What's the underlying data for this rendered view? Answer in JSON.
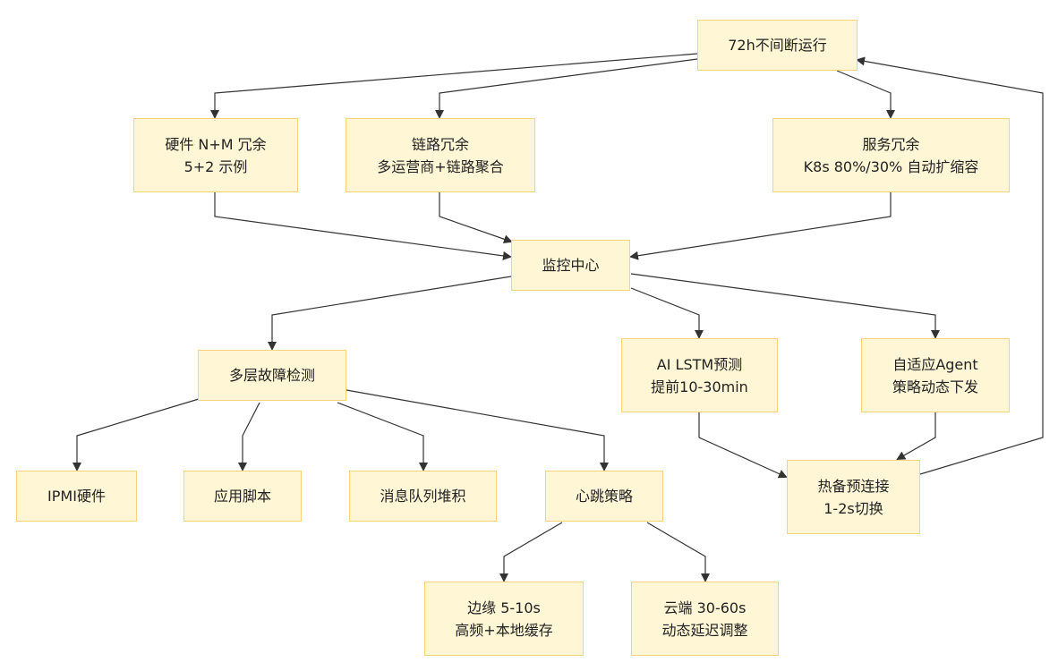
{
  "nodes": {
    "uptime": {
      "line1": "72h不间断运行"
    },
    "hw": {
      "line1": "硬件 N+M 冗余",
      "line2": "5+2 示例"
    },
    "link": {
      "line1": "链路冗余",
      "line2": "多运营商+链路聚合"
    },
    "svc": {
      "line1": "服务冗余",
      "line2": "K8s 80%/30% 自动扩缩容"
    },
    "monitor": {
      "line1": "监控中心"
    },
    "detect": {
      "line1": "多层故障检测"
    },
    "ai": {
      "line1": "AI LSTM预测",
      "line2": "提前10-30min"
    },
    "agent": {
      "line1": "自适应Agent",
      "line2": "策略动态下发"
    },
    "ipmi": {
      "line1": "IPMI硬件"
    },
    "script": {
      "line1": "应用脚本"
    },
    "mq": {
      "line1": "消息队列堆积"
    },
    "heartbeat": {
      "line1": "心跳策略"
    },
    "hot": {
      "line1": "热备预连接",
      "line2": "1-2s切换"
    },
    "edge": {
      "line1": "边缘 5-10s",
      "line2": "高频+本地缓存"
    },
    "cloud": {
      "line1": "云端 30-60s",
      "line2": "动态延迟调整"
    }
  },
  "edges": [
    [
      "uptime",
      "hw"
    ],
    [
      "uptime",
      "link"
    ],
    [
      "uptime",
      "svc"
    ],
    [
      "hw",
      "monitor"
    ],
    [
      "link",
      "monitor"
    ],
    [
      "svc",
      "monitor"
    ],
    [
      "monitor",
      "detect"
    ],
    [
      "monitor",
      "ai"
    ],
    [
      "monitor",
      "agent"
    ],
    [
      "detect",
      "ipmi"
    ],
    [
      "detect",
      "script"
    ],
    [
      "detect",
      "mq"
    ],
    [
      "detect",
      "heartbeat"
    ],
    [
      "ai",
      "hot"
    ],
    [
      "agent",
      "hot"
    ],
    [
      "hot",
      "uptime"
    ],
    [
      "heartbeat",
      "edge"
    ],
    [
      "heartbeat",
      "cloud"
    ]
  ],
  "colors": {
    "node_fill": "#fff6d6",
    "node_border": "#f5d37a",
    "edge": "#333333"
  }
}
